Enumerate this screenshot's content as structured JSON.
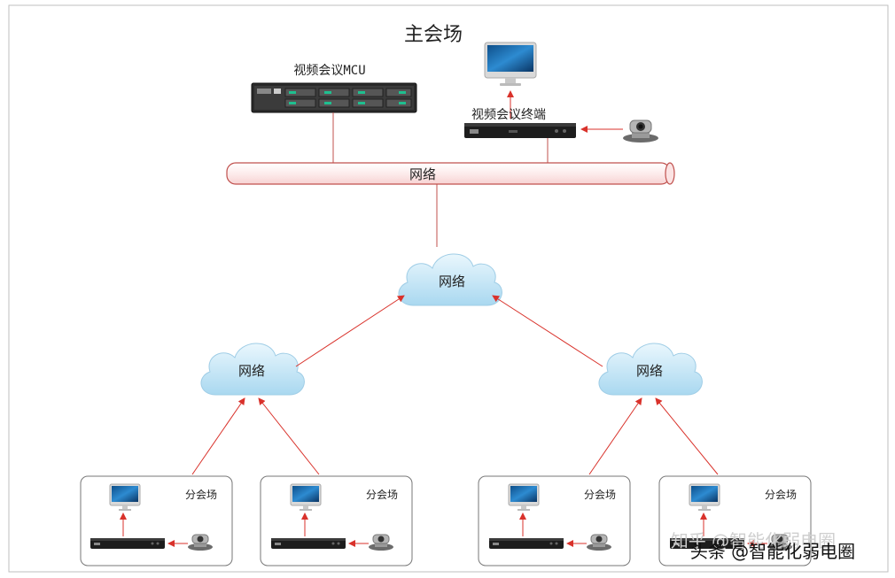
{
  "title": "主会场",
  "mcu_label": "视频会议MCU",
  "terminal_label": "视频会议终端",
  "backbone_label": "网络",
  "clouds": {
    "center": "网络",
    "left": "网络",
    "right": "网络"
  },
  "branch_sites": [
    {
      "label": "分会场"
    },
    {
      "label": "分会场"
    },
    {
      "label": "分会场"
    },
    {
      "label": "分会场"
    }
  ],
  "watermark": "知乎 @智能化弱电圈",
  "watermark2": "头条 @智能化弱电圈",
  "colors": {
    "pipe_stroke": "#c0504d",
    "pipe_fill": "#fde9e9",
    "arrow": "#d9322b",
    "cloud": "#bfe3f5"
  }
}
